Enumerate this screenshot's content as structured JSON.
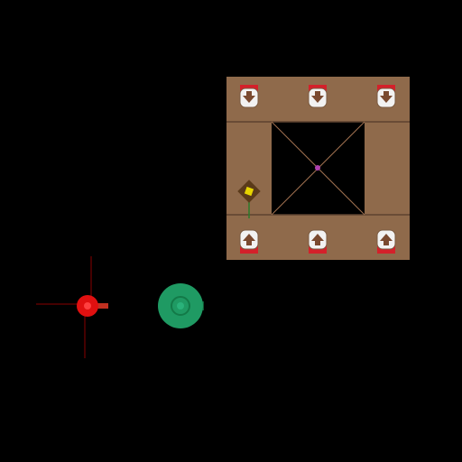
{
  "scene": {
    "background": "#000000"
  },
  "board": {
    "frame_color": "#8f6a4b",
    "frame_edge_color": "#5e4330",
    "pit_color": "#000000",
    "diagonal_color": "#a07050",
    "center_marker_color": "#b040b0"
  },
  "arrow_pads": {
    "pad_color": "#f2f2f2",
    "pad_outline": "#7a5a40",
    "arrow_color": "#7a4a30",
    "tab_color": "#d4202a",
    "top_row": [
      {
        "direction": "down"
      },
      {
        "direction": "down"
      },
      {
        "direction": "down"
      }
    ],
    "bottom_row": [
      {
        "direction": "up"
      },
      {
        "direction": "up"
      },
      {
        "direction": "up"
      }
    ]
  },
  "pickup": {
    "icon": "yellow-gem-icon",
    "fill": "#e6d400",
    "outline": "#5a3a1a",
    "stem_color": "#2a7a2a"
  },
  "enemy": {
    "icon": "red-tank-icon",
    "fill": "#e01010",
    "core": "#ff4040",
    "crosshair_color": "#8a0000",
    "barrel_color": "#c03020"
  },
  "player": {
    "icon": "green-turret-icon",
    "fill": "#1f9a63",
    "ring": "#137a48",
    "core": "#2ab27a",
    "barrel_color": "#0e5a34"
  }
}
